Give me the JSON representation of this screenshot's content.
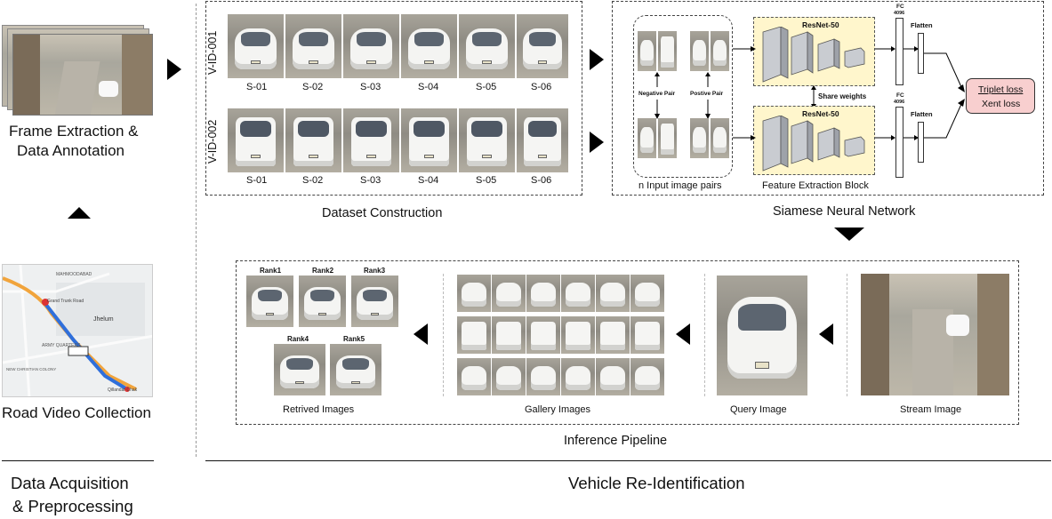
{
  "left_panel": {
    "frame_label_line1": "Frame Extraction &",
    "frame_label_line2": "Data Annotation",
    "road_label": "Road Video Collection",
    "section_line1": "Data Acquisition",
    "section_line2": "& Preprocessing",
    "map": {
      "places": [
        "MAHMOODABAD",
        "Grand Trunk Road",
        "Jhelum",
        "ARMY QUARTERS",
        "NEW CHRISTIAN COLONY",
        "Qillandar Chak"
      ]
    }
  },
  "dataset": {
    "title": "Dataset Construction",
    "row1_id": "V-ID-001",
    "row2_id": "V-ID-002",
    "samples": [
      "S-01",
      "S-02",
      "S-03",
      "S-04",
      "S-05",
      "S-06"
    ]
  },
  "siamese": {
    "title": "Siamese Neural Network",
    "negative_pair": "Negative Pair",
    "positive_pair": "Postive Pair",
    "input_pairs": "n Input image pairs",
    "resnet_top": "ResNet-50",
    "resnet_bottom": "ResNet-50",
    "share_weights": "Share weights",
    "feature_block": "Feature Extraction Block",
    "fc_label": "FC",
    "fc_dim": "4096",
    "flatten": "Flatten",
    "loss_line1": "Triplet loss",
    "loss_line2": "Xent loss"
  },
  "inference": {
    "title": "Inference Pipeline",
    "retrieved": "Retrived Images",
    "gallery": "Gallery Images",
    "query": "Query Image",
    "stream": "Stream Image",
    "ranks": [
      "Rank1",
      "Rank2",
      "Rank3",
      "Rank4",
      "Rank5"
    ]
  },
  "bottom": {
    "vehicle_reid": "Vehicle Re-Identification"
  },
  "colors": {
    "resnet_fill": "#fff6cc",
    "loss_fill": "#f8cfcf",
    "route_blue": "#2f6fdb"
  }
}
